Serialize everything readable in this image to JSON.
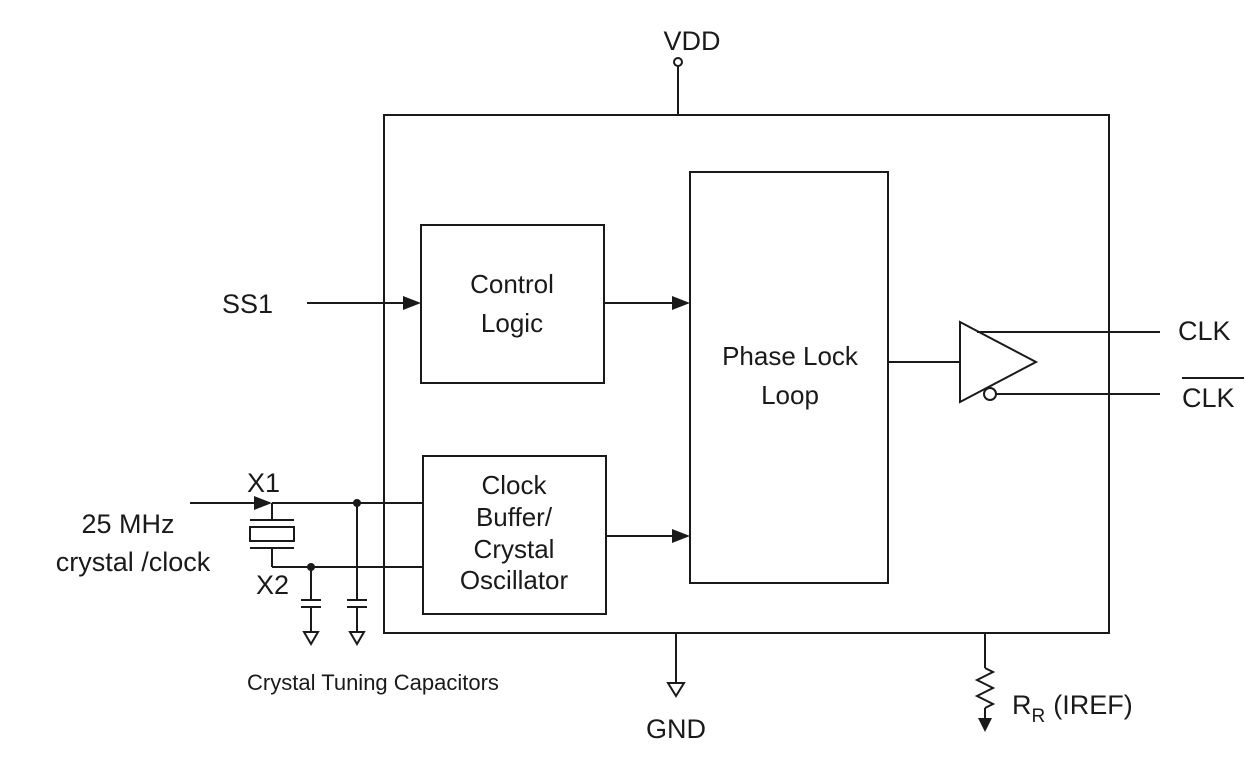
{
  "pins": {
    "vdd": "VDD",
    "ss1": "SS1",
    "x1": "X1",
    "x2": "X2",
    "clk": "CLK",
    "clk_bar": "CLK",
    "gnd": "GND",
    "rr_main": "R",
    "rr_sub": "R",
    "iref": "(IREF)"
  },
  "blocks": {
    "control_logic": [
      "Control",
      "Logic"
    ],
    "pll": [
      "Phase Lock",
      "Loop"
    ],
    "clock_buffer": [
      "Clock",
      "Buffer/",
      "Crystal",
      "Oscillator"
    ]
  },
  "input": [
    "25 MHz",
    "crystal /clock"
  ],
  "caption": "Crystal Tuning Capacitors"
}
